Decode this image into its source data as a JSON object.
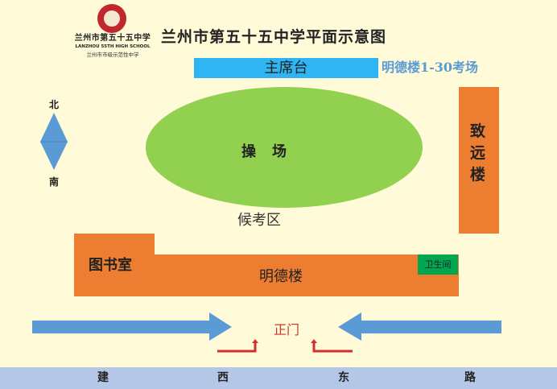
{
  "logo": {
    "name_cn": "兰州市第五十五中学",
    "name_en": "LANZHOU 55TH HIGH SCHOOL",
    "subtitle": "兰州市市级示范性中学"
  },
  "title": "兰州市第五十五中学平面示意图",
  "stage": {
    "label": "主席台",
    "note": "明德楼1-30考场"
  },
  "compass": {
    "north": "北",
    "south": "南"
  },
  "field": "操场",
  "zhiyuan": "致远楼",
  "waiting_area": "候考区",
  "library": "图书室",
  "mingde": "明德楼",
  "restroom": "卫生间",
  "gate": "正门",
  "road": [
    "建",
    "西",
    "东",
    "路"
  ],
  "colors": {
    "background": "#fffbd9",
    "orange": "#ed7d31",
    "green": "#92d050",
    "blue": "#5b9bd5",
    "stage": "#2fb5f3",
    "road": "#b4c7e7",
    "red": "#d0312d"
  }
}
